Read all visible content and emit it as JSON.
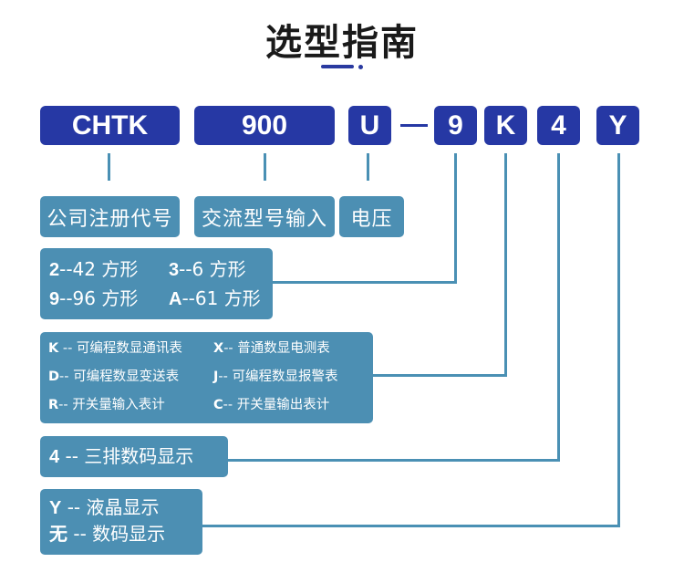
{
  "title": "选型指南",
  "model_codes": {
    "series": "CHTK",
    "ac_model": "900",
    "voltage": "U",
    "size": "9",
    "function": "K",
    "display_rows": "4",
    "display_type": "Y"
  },
  "labels": {
    "series": "公司注册代号",
    "ac_model": "交流型号输入",
    "voltage": "电压"
  },
  "size_options": [
    {
      "code": "2",
      "text": "--42 方形"
    },
    {
      "code": "3",
      "text": "--6 方形"
    },
    {
      "code": "9",
      "text": "--96 方形"
    },
    {
      "code": "A",
      "text": "--61 方形"
    }
  ],
  "function_options": [
    {
      "code": "K",
      "text": " -- 可编程数显通讯表"
    },
    {
      "code": "X",
      "text": "-- 普通数显电测表"
    },
    {
      "code": "D",
      "text": "-- 可编程数显变送表"
    },
    {
      "code": "J",
      "text": "-- 可编程数显报警表"
    },
    {
      "code": "R",
      "text": "-- 开关量输入表计"
    },
    {
      "code": "C",
      "text": "-- 开关量输出表计"
    }
  ],
  "display_rows_option": {
    "code": "4",
    "text": " -- 三排数码显示"
  },
  "display_type_options": [
    {
      "code": "Y",
      "text": " -- 液晶显示"
    },
    {
      "code": "无",
      "text": " -- 数码显示"
    }
  ],
  "colors": {
    "code_box": "#2638a4",
    "info_box": "#4c8fb3",
    "connector": "#4a90b4"
  }
}
